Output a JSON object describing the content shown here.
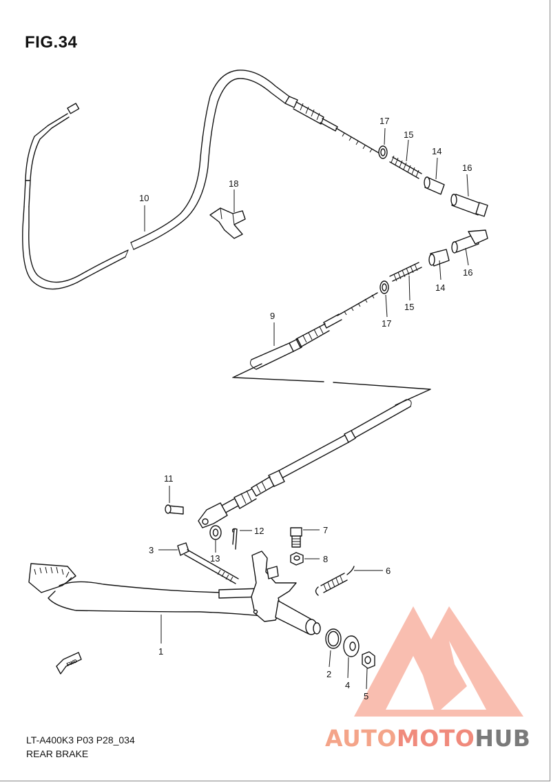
{
  "figure": {
    "title": "FIG.34",
    "model_code": "LT-A400K3 P03 P28_034",
    "section_name": "REAR BRAKE"
  },
  "direction_label": "FWD",
  "callouts": {
    "c1": "1",
    "c2": "2",
    "c3": "3",
    "c4": "4",
    "c5": "5",
    "c6": "6",
    "c7": "7",
    "c8": "8",
    "c9": "9",
    "c10": "10",
    "c11": "11",
    "c12": "12",
    "c13": "13",
    "c14a": "14",
    "c14b": "14",
    "c15a": "15",
    "c15b": "15",
    "c16a": "16",
    "c16b": "16",
    "c17a": "17",
    "c17b": "17",
    "c18": "18"
  },
  "watermark": {
    "part1": "AUTO",
    "part2": "MOTO",
    "part3": "HUB",
    "color_primary": "#f4a489",
    "color_secondary": "#f08a7c",
    "color_tertiary": "#7a7a7a"
  }
}
